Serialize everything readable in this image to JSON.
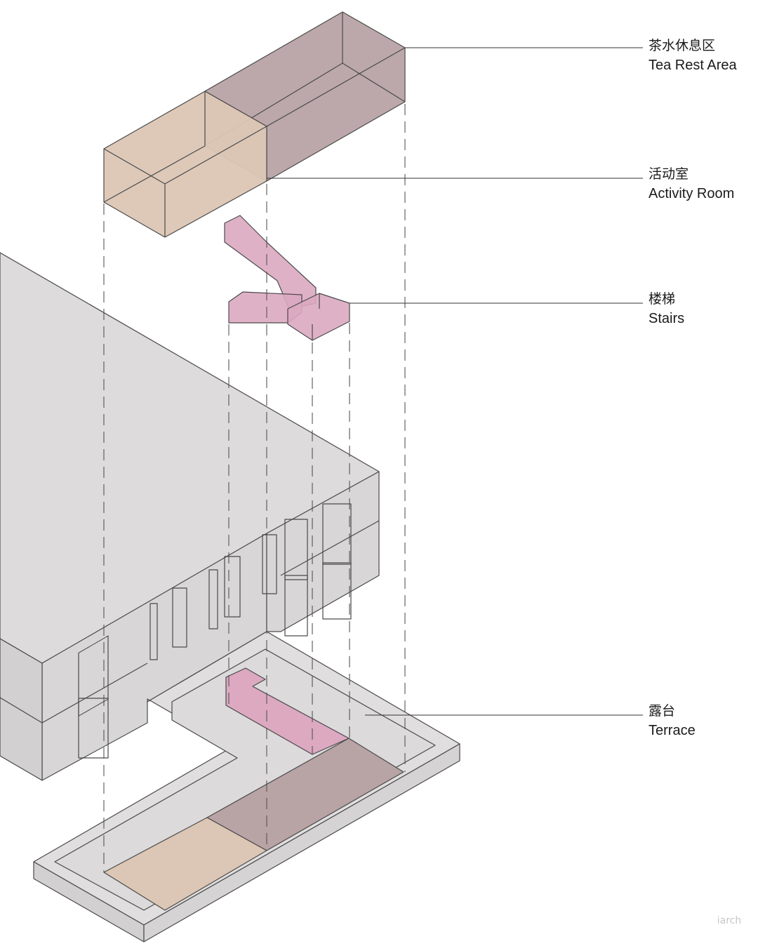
{
  "labels": [
    {
      "id": "tea-rest-area",
      "cn": "茶水休息区",
      "en": "Tea Rest Area"
    },
    {
      "id": "activity-room",
      "cn": "活动室",
      "en": "Activity Room"
    },
    {
      "id": "stairs",
      "cn": "楼梯",
      "en": "Stairs"
    },
    {
      "id": "terrace",
      "cn": "露台",
      "en": "Terrace"
    }
  ],
  "colors": {
    "building": "#dedbdc",
    "building_side": "#d6d3d5",
    "outline": "#4a4a4a",
    "tea_rest_area": "#b8a3a5",
    "activity_room": "#dcc6b5",
    "stairs": "#dca9c1",
    "terrace": "#e0dedf",
    "leader_line": "#333333"
  },
  "watermark": {
    "text": "iarch"
  }
}
